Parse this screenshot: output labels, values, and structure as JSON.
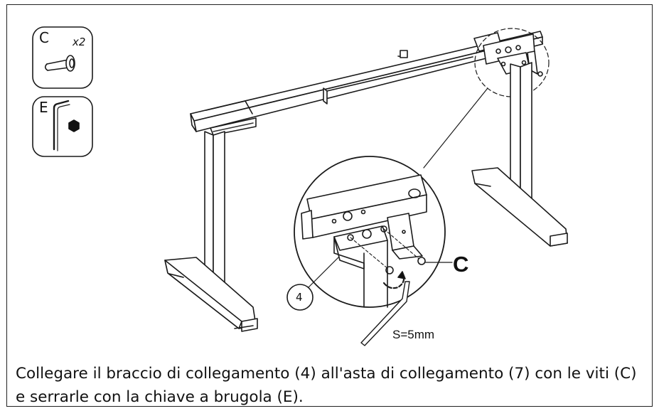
{
  "parts": {
    "screw": {
      "letter": "C",
      "quantity": "x2",
      "icon": "screw-icon"
    },
    "hex_key": {
      "letter": "E",
      "icon": "hex-key-icon"
    }
  },
  "callouts": {
    "screw_label": "C",
    "bracket_number": "4",
    "tool_size": "S=5mm"
  },
  "instruction": "Collegare il braccio di collegamento (4) all'asta di collegamento (7) con le viti (C) e serrarle con la chiave a brugola (E)."
}
